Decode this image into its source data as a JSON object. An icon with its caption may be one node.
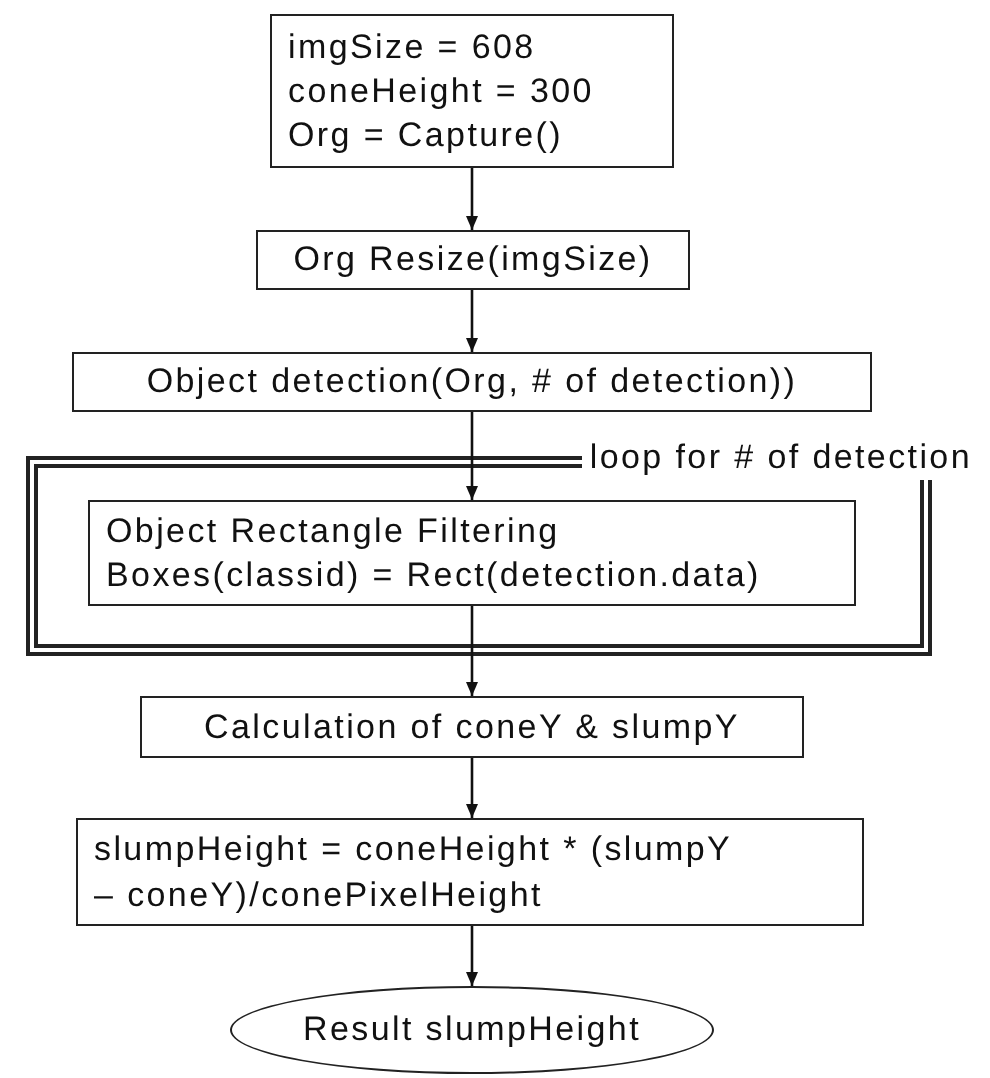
{
  "diagram": {
    "nodes": [
      {
        "text": [
          "imgSize = 608",
          "coneHeight = 300",
          "Org = Capture()"
        ]
      },
      {
        "text": [
          "Org Resize(imgSize)"
        ]
      },
      {
        "text": [
          "Object detection(Org, # of detection))"
        ]
      },
      {
        "text": [
          "loop for # of detection"
        ]
      },
      {
        "text": [
          "Object Rectangle Filtering",
          "Boxes(classid) = Rect(detection.data)"
        ],
        "in": 3
      },
      {
        "text": [
          "Calculation of coneY & slumpY"
        ]
      },
      {
        "text": [
          "slumpHeight = coneHeight * (slumpY – coneY)/conePixelHeight"
        ]
      },
      {
        "text": [
          "Result slumpHeight"
        ]
      }
    ],
    "edges": [
      {
        "from": 0,
        "to": 1,
        "arrow": "to"
      },
      {
        "from": 1,
        "to": 2,
        "arrow": "to"
      },
      {
        "from": 2,
        "to": 4,
        "arrow": "to"
      },
      {
        "from": 4,
        "to": 5,
        "arrow": "to"
      },
      {
        "from": 5,
        "to": 6,
        "arrow": "to"
      },
      {
        "from": 6,
        "to": 7,
        "arrow": "to"
      }
    ]
  }
}
